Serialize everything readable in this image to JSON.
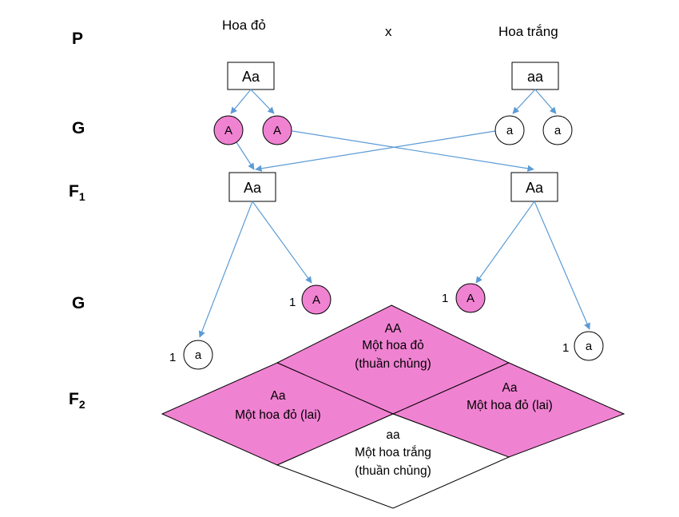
{
  "generations": {
    "p": "P",
    "g1": "G",
    "f1": "F",
    "f1_sub": "1",
    "g2": "G",
    "f2": "F",
    "f2_sub": "2"
  },
  "parents": {
    "left_phenotype": "Hoa đỏ",
    "cross_symbol": "x",
    "right_phenotype": "Hoa trắng",
    "left_genotype": "Aa",
    "right_genotype": "aa"
  },
  "gametes_p": {
    "left": [
      "A",
      "A"
    ],
    "right": [
      "a",
      "a"
    ]
  },
  "f1": {
    "left": "Aa",
    "right": "Aa"
  },
  "gametes_f1": {
    "left_a_count": "1",
    "left_a": "a",
    "left_A_count": "1",
    "left_A": "A",
    "right_A_count": "1",
    "right_A": "A",
    "right_a_count": "1",
    "right_a": "a"
  },
  "f2": {
    "top": {
      "genotype": "AA",
      "line1": "Một hoa đỏ",
      "line2": "(thuần chủng)"
    },
    "left": {
      "genotype": "Aa",
      "line1": "Một hoa đỏ (lai)"
    },
    "right": {
      "genotype": "Aa",
      "line1": "Một hoa đỏ (lai)"
    },
    "bottom": {
      "genotype": "aa",
      "line1": "Một hoa trắng",
      "line2": "(thuần chủng)"
    }
  },
  "colors": {
    "dominant_fill": "#f082d2",
    "arrow": "#5b9bd5",
    "outline": "#000000"
  }
}
